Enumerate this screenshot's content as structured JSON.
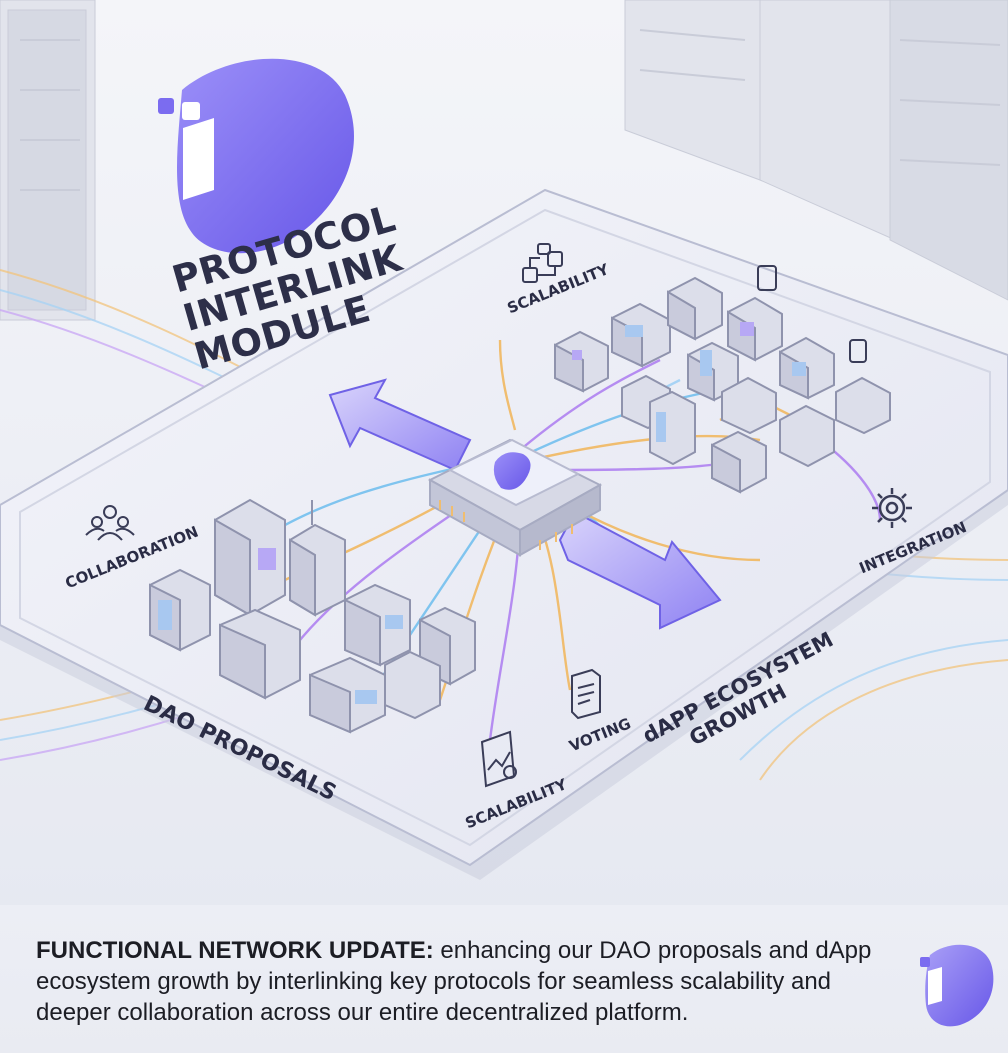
{
  "title_lines": [
    "PROTOCOL",
    "INTERLINK",
    "MODULE"
  ],
  "labels": {
    "scalability_top": "SCALABILITY",
    "collaboration": "COLLABORATION",
    "integration": "INTEGRATION",
    "dao_proposals": "DAO PROPOSALS",
    "voting": "VOTING",
    "scalability_bottom": "SCALABILITY",
    "dapp_line1": "dAPP ECOSYSTEM",
    "dapp_line2": "GROWTH"
  },
  "caption": {
    "lead": "FUNCTIONAL NETWORK UPDATE:",
    "text": " enhancing our DAO proposals and dApp ecosystem growth by interlinking key protocols for seamless scalability and deeper collaboration across our entire decentralized platform."
  },
  "colors": {
    "brand": "#7b6cf0",
    "brand_light": "#a99ff7",
    "background": "#e6e9f2",
    "platform": "#eef0f8",
    "text": "#2a2c45"
  }
}
